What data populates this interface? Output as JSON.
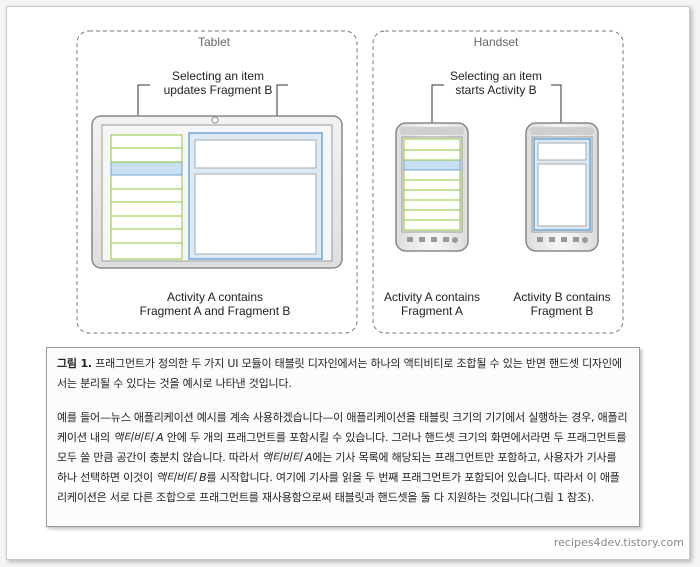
{
  "tablet": {
    "title": "Tablet",
    "callout_line1": "Selecting an item",
    "callout_line2": "updates Fragment B",
    "caption_line1": "Activity A contains",
    "caption_line2": "Fragment A and Fragment B"
  },
  "handset": {
    "title": "Handset",
    "callout_line1": "Selecting an item",
    "callout_line2": "starts Activity B",
    "phone_a_line1": "Activity A contains",
    "phone_a_line2": "Fragment A",
    "phone_b_line1": "Activity B contains",
    "phone_b_line2": "Fragment B"
  },
  "colors": {
    "list_border": "#8cc63f",
    "list_selected": "#c9dff2",
    "fragment_b_border": "#6ea6d6",
    "fragment_b_fill": "#dceaf6"
  },
  "caption": {
    "figure_label": "그림 1.",
    "figure_text": " 프래그먼트가 정의한 두 가지 UI 모듈이 태블릿 디자인에서는 하나의 액티비티로 조합될 수 있는 반면 핸드셋 디자인에서는 분리될 수 있다는 것을 예시로 나타낸 것입니다.",
    "p2_a": "예를 들어—뉴스 애플리케이션 예시를 계속 사용하겠습니다—이 애플리케이션을 태블릿 크기의 기기에서 실행하는 경우, 애플리케이션 내의 ",
    "p2_em1": "액티비티 A",
    "p2_b": " 안에 두 개의 프래그먼트를 포함시킬 수 있습니다. 그러나 핸드셋 크기의 화면에서라면 두 프래그먼트를 모두 쓸 만큼 공간이 충분치 않습니다. 따라서 ",
    "p2_em2": "액티비티 A",
    "p2_c": "에는 기사 목록에 해당되는 프래그먼트만 포함하고, 사용자가 기사를 하나 선택하면 이것이 ",
    "p2_em3": "액티비티 B",
    "p2_d": "를 시작합니다. 여기에 기사를 읽을 두 번째 프래그먼트가 포함되어 있습니다. 따라서 이 애플리케이션은 서로 다른 조합으로 프래그먼트를 재사용함으로써 태블릿과 핸드셋을 둘 다 지원하는 것입니다(그림 1 참조)."
  },
  "footer": {
    "watermark": "recipes4dev.tistory.com"
  }
}
